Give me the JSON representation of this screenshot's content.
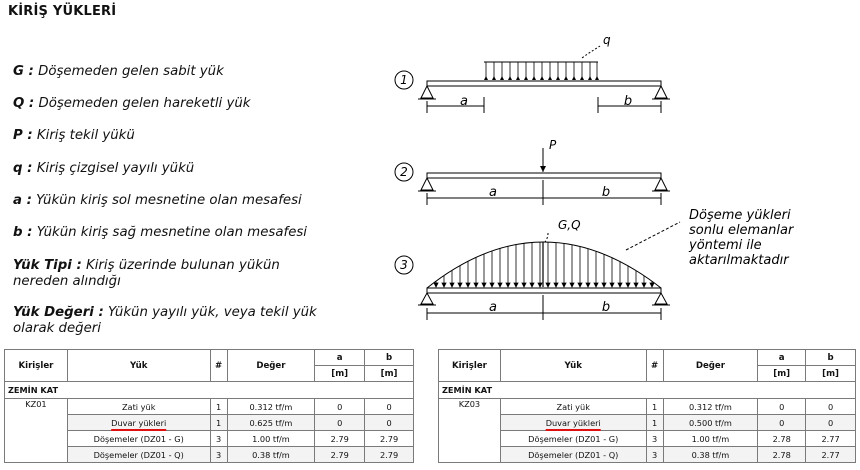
{
  "title": "KİRİŞ YÜKLERİ",
  "definitions": [
    {
      "key": "G :",
      "text": " Döşemeden gelen sabit yük"
    },
    {
      "key": "Q :",
      "text": " Döşemeden gelen hareketli yük"
    },
    {
      "key": "P :",
      "text": " Kiriş tekil yükü"
    },
    {
      "key": "q :",
      "text": " Kiriş çizgisel yayılı yükü"
    },
    {
      "key": "a :",
      "text": " Yükün kiriş sol mesnetine olan mesafesi"
    },
    {
      "key": "b :",
      "text": " Yükün kiriş sağ mesnetine olan mesafesi"
    },
    {
      "key": "Yük Tipi :",
      "text": " Kiriş üzerinde bulunan yükün nereden alındığı"
    },
    {
      "key": "Yük Değeri :",
      "text": " Yükün yayılı yük, veya tekil yük olarak değeri"
    }
  ],
  "diagram": {
    "case1_number": "1",
    "case2_number": "2",
    "case3_number": "3",
    "label_q": "q",
    "label_P": "P",
    "label_GQ": "G,Q",
    "label_a": "a",
    "label_b": "b",
    "note_line1": "Döşeme yükleri",
    "note_line2": "sonlu elemanlar",
    "note_line3": "yöntemi ile",
    "note_line4": "aktarılmaktadır"
  },
  "table_headers": {
    "kirisler": "Kirişler",
    "yuk": "Yük",
    "num": "#",
    "deger": "Değer",
    "a": "a",
    "b": "b",
    "unit_a": "[m]",
    "unit_b": "[m]"
  },
  "tables": [
    {
      "section": "ZEMİN KAT",
      "beam": "KZ01",
      "rows": [
        {
          "yuk": "Zati yük",
          "num": "1",
          "deger": "0.312 tf/m",
          "a": "0",
          "b": "0"
        },
        {
          "yuk": "Duvar yükleri",
          "num": "1",
          "deger": "0.625 tf/m",
          "a": "0",
          "b": "0"
        },
        {
          "yuk": "Döşemeler (DZ01 - G)",
          "num": "3",
          "deger": "1.00 tf/m",
          "a": "2.79",
          "b": "2.79"
        },
        {
          "yuk": "Döşemeler (DZ01 - Q)",
          "num": "3",
          "deger": "0.38 tf/m",
          "a": "2.79",
          "b": "2.79"
        }
      ]
    },
    {
      "section": "ZEMİN KAT",
      "beam": "KZ03",
      "rows": [
        {
          "yuk": "Zati yük",
          "num": "1",
          "deger": "0.312 tf/m",
          "a": "0",
          "b": "0"
        },
        {
          "yuk": "Duvar yükleri",
          "num": "1",
          "deger": "0.500 tf/m",
          "a": "0",
          "b": "0"
        },
        {
          "yuk": "Döşemeler (DZ01 - G)",
          "num": "3",
          "deger": "1.00 tf/m",
          "a": "2.78",
          "b": "2.77"
        },
        {
          "yuk": "Döşemeler (DZ01 - Q)",
          "num": "3",
          "deger": "0.38 tf/m",
          "a": "2.78",
          "b": "2.77"
        }
      ]
    }
  ],
  "colors": {
    "highlight": "#e01010",
    "border": "#7a7a7a"
  }
}
